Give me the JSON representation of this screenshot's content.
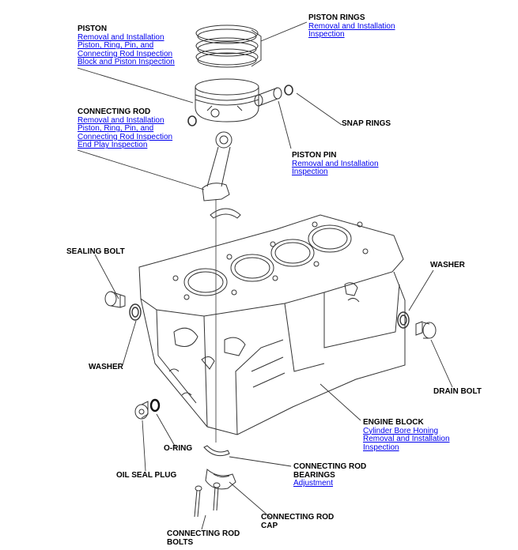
{
  "colors": {
    "link": "#0000ee",
    "line": "#333333",
    "text": "#000000"
  },
  "labels": {
    "piston": {
      "title": "PISTON",
      "links": [
        "Removal and Installation",
        "Piston, Ring, Pin, and",
        "Connecting Rod Inspection",
        "Block and Piston Inspection"
      ]
    },
    "piston_rings": {
      "title": "PISTON RINGS",
      "links": [
        "Removal and Installation",
        "Inspection"
      ]
    },
    "connecting_rod": {
      "title": "CONNECTING ROD",
      "links": [
        "Removal and Installation",
        "Piston, Ring, Pin, and",
        "Connecting Rod Inspection",
        "End Play Inspection"
      ]
    },
    "snap_rings": {
      "title": "SNAP RINGS"
    },
    "piston_pin": {
      "title": "PISTON PIN",
      "links": [
        "Removal and Installation",
        "Inspection"
      ]
    },
    "sealing_bolt": {
      "title": "SEALING BOLT"
    },
    "washer_right": {
      "title": "WASHER"
    },
    "washer_left": {
      "title": "WASHER"
    },
    "drain_bolt": {
      "title": "DRAIN BOLT"
    },
    "engine_block": {
      "title": "ENGINE BLOCK",
      "links": [
        "Cylinder Bore Honing",
        "Removal and Installation",
        "Inspection"
      ]
    },
    "o_ring": {
      "title": "O-RING"
    },
    "oil_seal_plug": {
      "title": "OIL SEAL PLUG"
    },
    "connecting_rod_bearings": {
      "title_line1": "CONNECTING ROD",
      "title_line2": "BEARINGS",
      "links": [
        "Adjustment"
      ]
    },
    "connecting_rod_cap": {
      "title_line1": "CONNECTING ROD",
      "title_line2": "CAP"
    },
    "connecting_rod_bolts": {
      "title_line1": "CONNECTING ROD",
      "title_line2": "BOLTS"
    }
  }
}
